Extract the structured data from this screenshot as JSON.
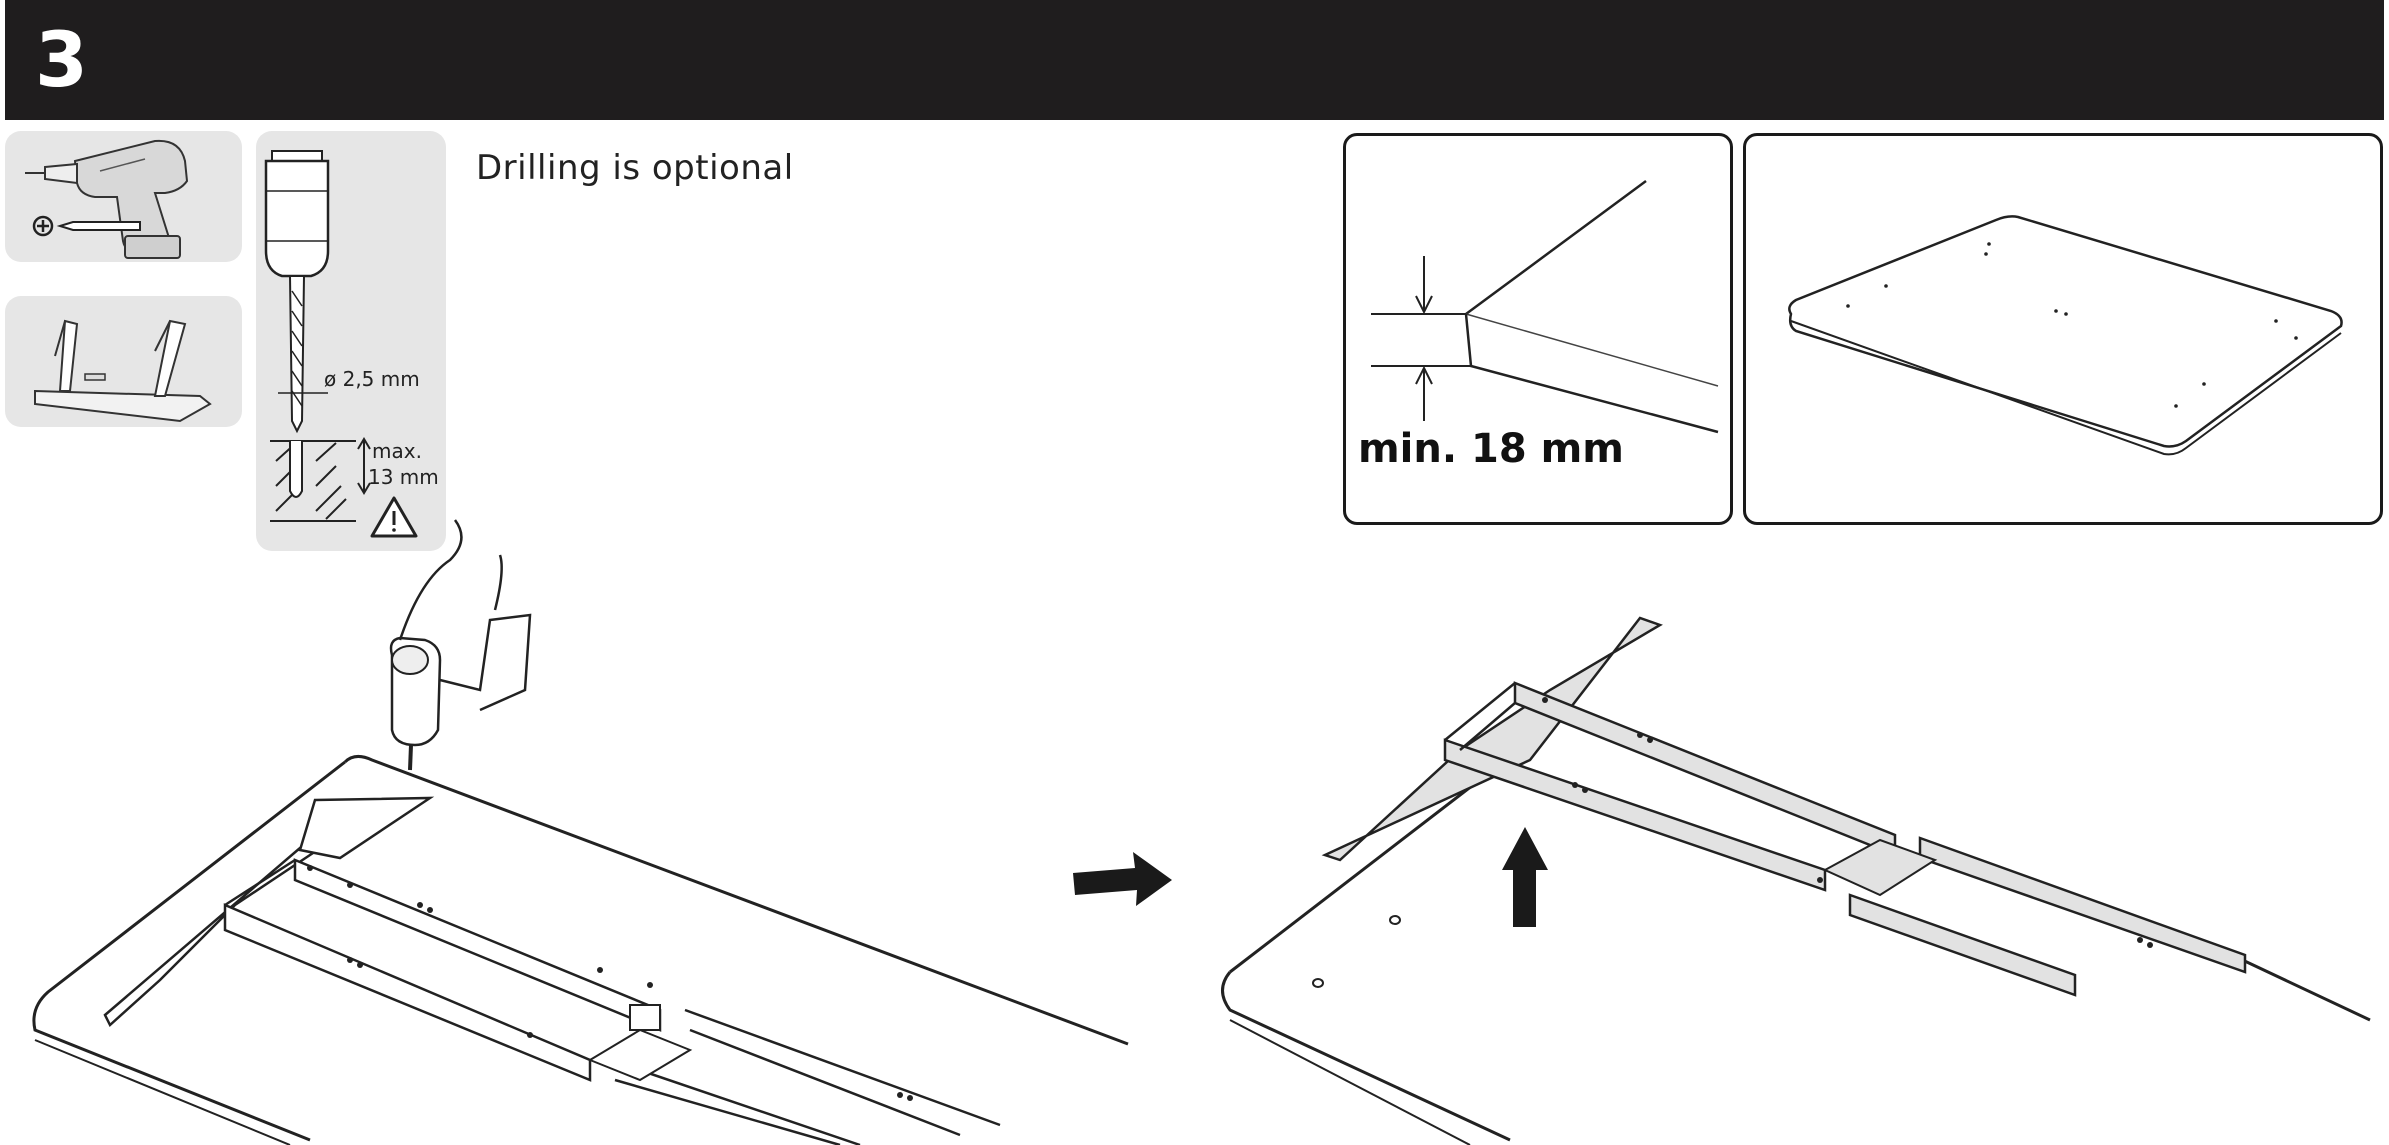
{
  "step": {
    "number": "3"
  },
  "note": {
    "text": "Drilling is optional"
  },
  "drill_bit": {
    "diameter_label": "ø 2,5 mm"
  },
  "drill_depth": {
    "max_label": "max.",
    "depth_label": "13 mm"
  },
  "thickness": {
    "label": "min. 18 mm"
  },
  "icons": {
    "tool": "cordless-drill-icon",
    "screwdriver": "phillips-screwdriver-icon",
    "part": "desk-frame-part-icon",
    "warning": "warning-triangle-icon",
    "next": "right-arrow-icon",
    "lift": "up-arrow-icon"
  },
  "colors": {
    "header_bg": "#1f1d1e",
    "header_text": "#ffffff",
    "panel_bg": "#e6e6e6",
    "frame_fill": "#e2e2e2"
  }
}
